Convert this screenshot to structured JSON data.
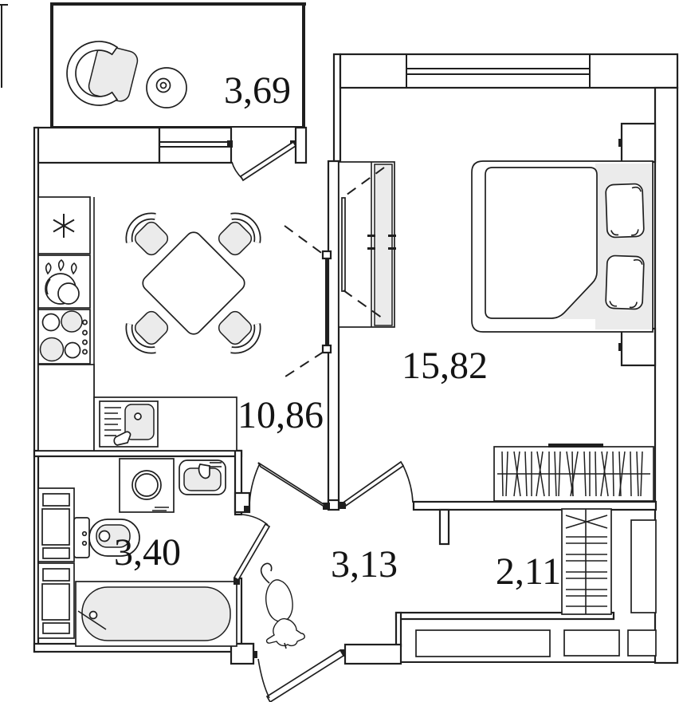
{
  "plan": {
    "type": "apartment-floor-plan",
    "rooms": [
      {
        "id": "balcony",
        "area_label": "3,69"
      },
      {
        "id": "kitchen",
        "area_label": "10,86"
      },
      {
        "id": "bedroom",
        "area_label": "15,82"
      },
      {
        "id": "bathroom",
        "area_label": "3,40"
      },
      {
        "id": "hallway",
        "area_label": "3,13"
      },
      {
        "id": "closet",
        "area_label": "2,11"
      }
    ],
    "colors": {
      "line": "#1f1f1f",
      "background": "#ffffff",
      "furniture_fill": "#ebebeb"
    }
  }
}
